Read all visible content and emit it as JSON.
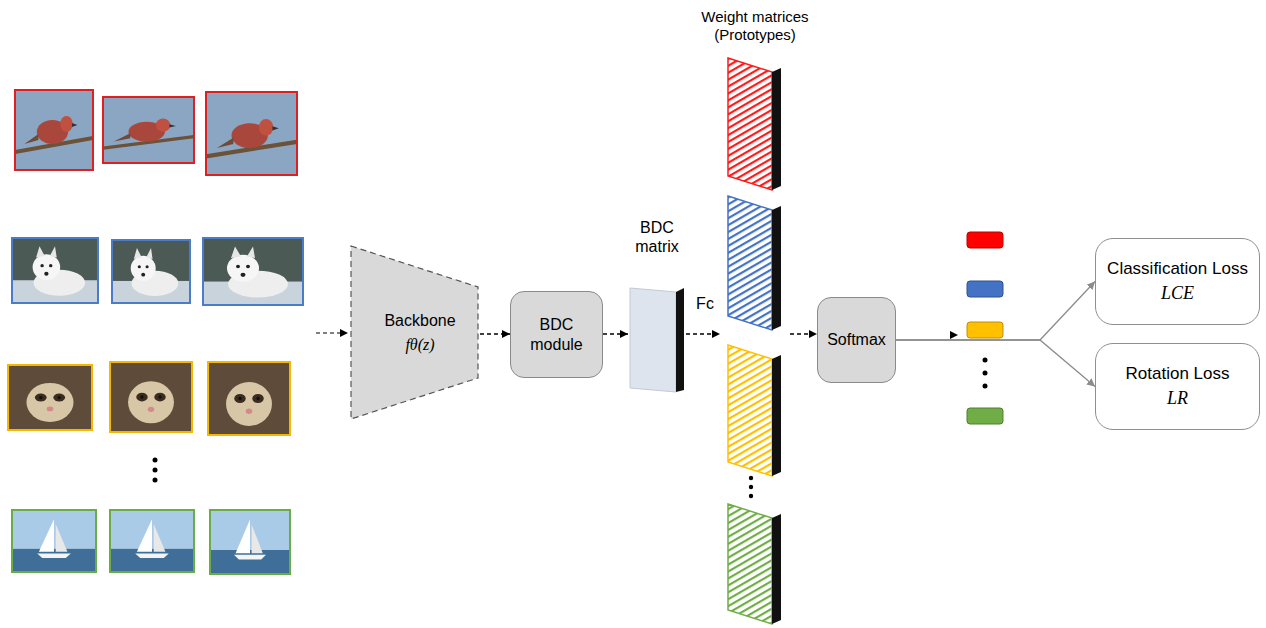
{
  "diagram": {
    "nodes": [
      {
        "text": [
          "Backbone",
          "fθ(z)"
        ]
      },
      {
        "text": [
          "BDC module"
        ]
      },
      {
        "text": [
          "BDC matrix"
        ]
      },
      {
        "text": [
          "Weight matrices (Prototypes)"
        ]
      },
      {
        "text": [
          "Softmax"
        ]
      },
      {
        "text": [
          "Classification Loss",
          "LCE"
        ]
      },
      {
        "text": [
          "Rotation Loss",
          "LR"
        ]
      }
    ],
    "edges": [
      {
        "from": 0,
        "to": 1,
        "arrow": "to"
      },
      {
        "from": 1,
        "to": 2,
        "arrow": "to"
      },
      {
        "from": 2,
        "to": 3,
        "arrow": "to",
        "label": "Fc"
      },
      {
        "from": 3,
        "to": 4,
        "arrow": "to"
      },
      {
        "from": 4,
        "to": 5,
        "arrow": "to"
      },
      {
        "from": 4,
        "to": 6,
        "arrow": "to"
      }
    ]
  }
}
